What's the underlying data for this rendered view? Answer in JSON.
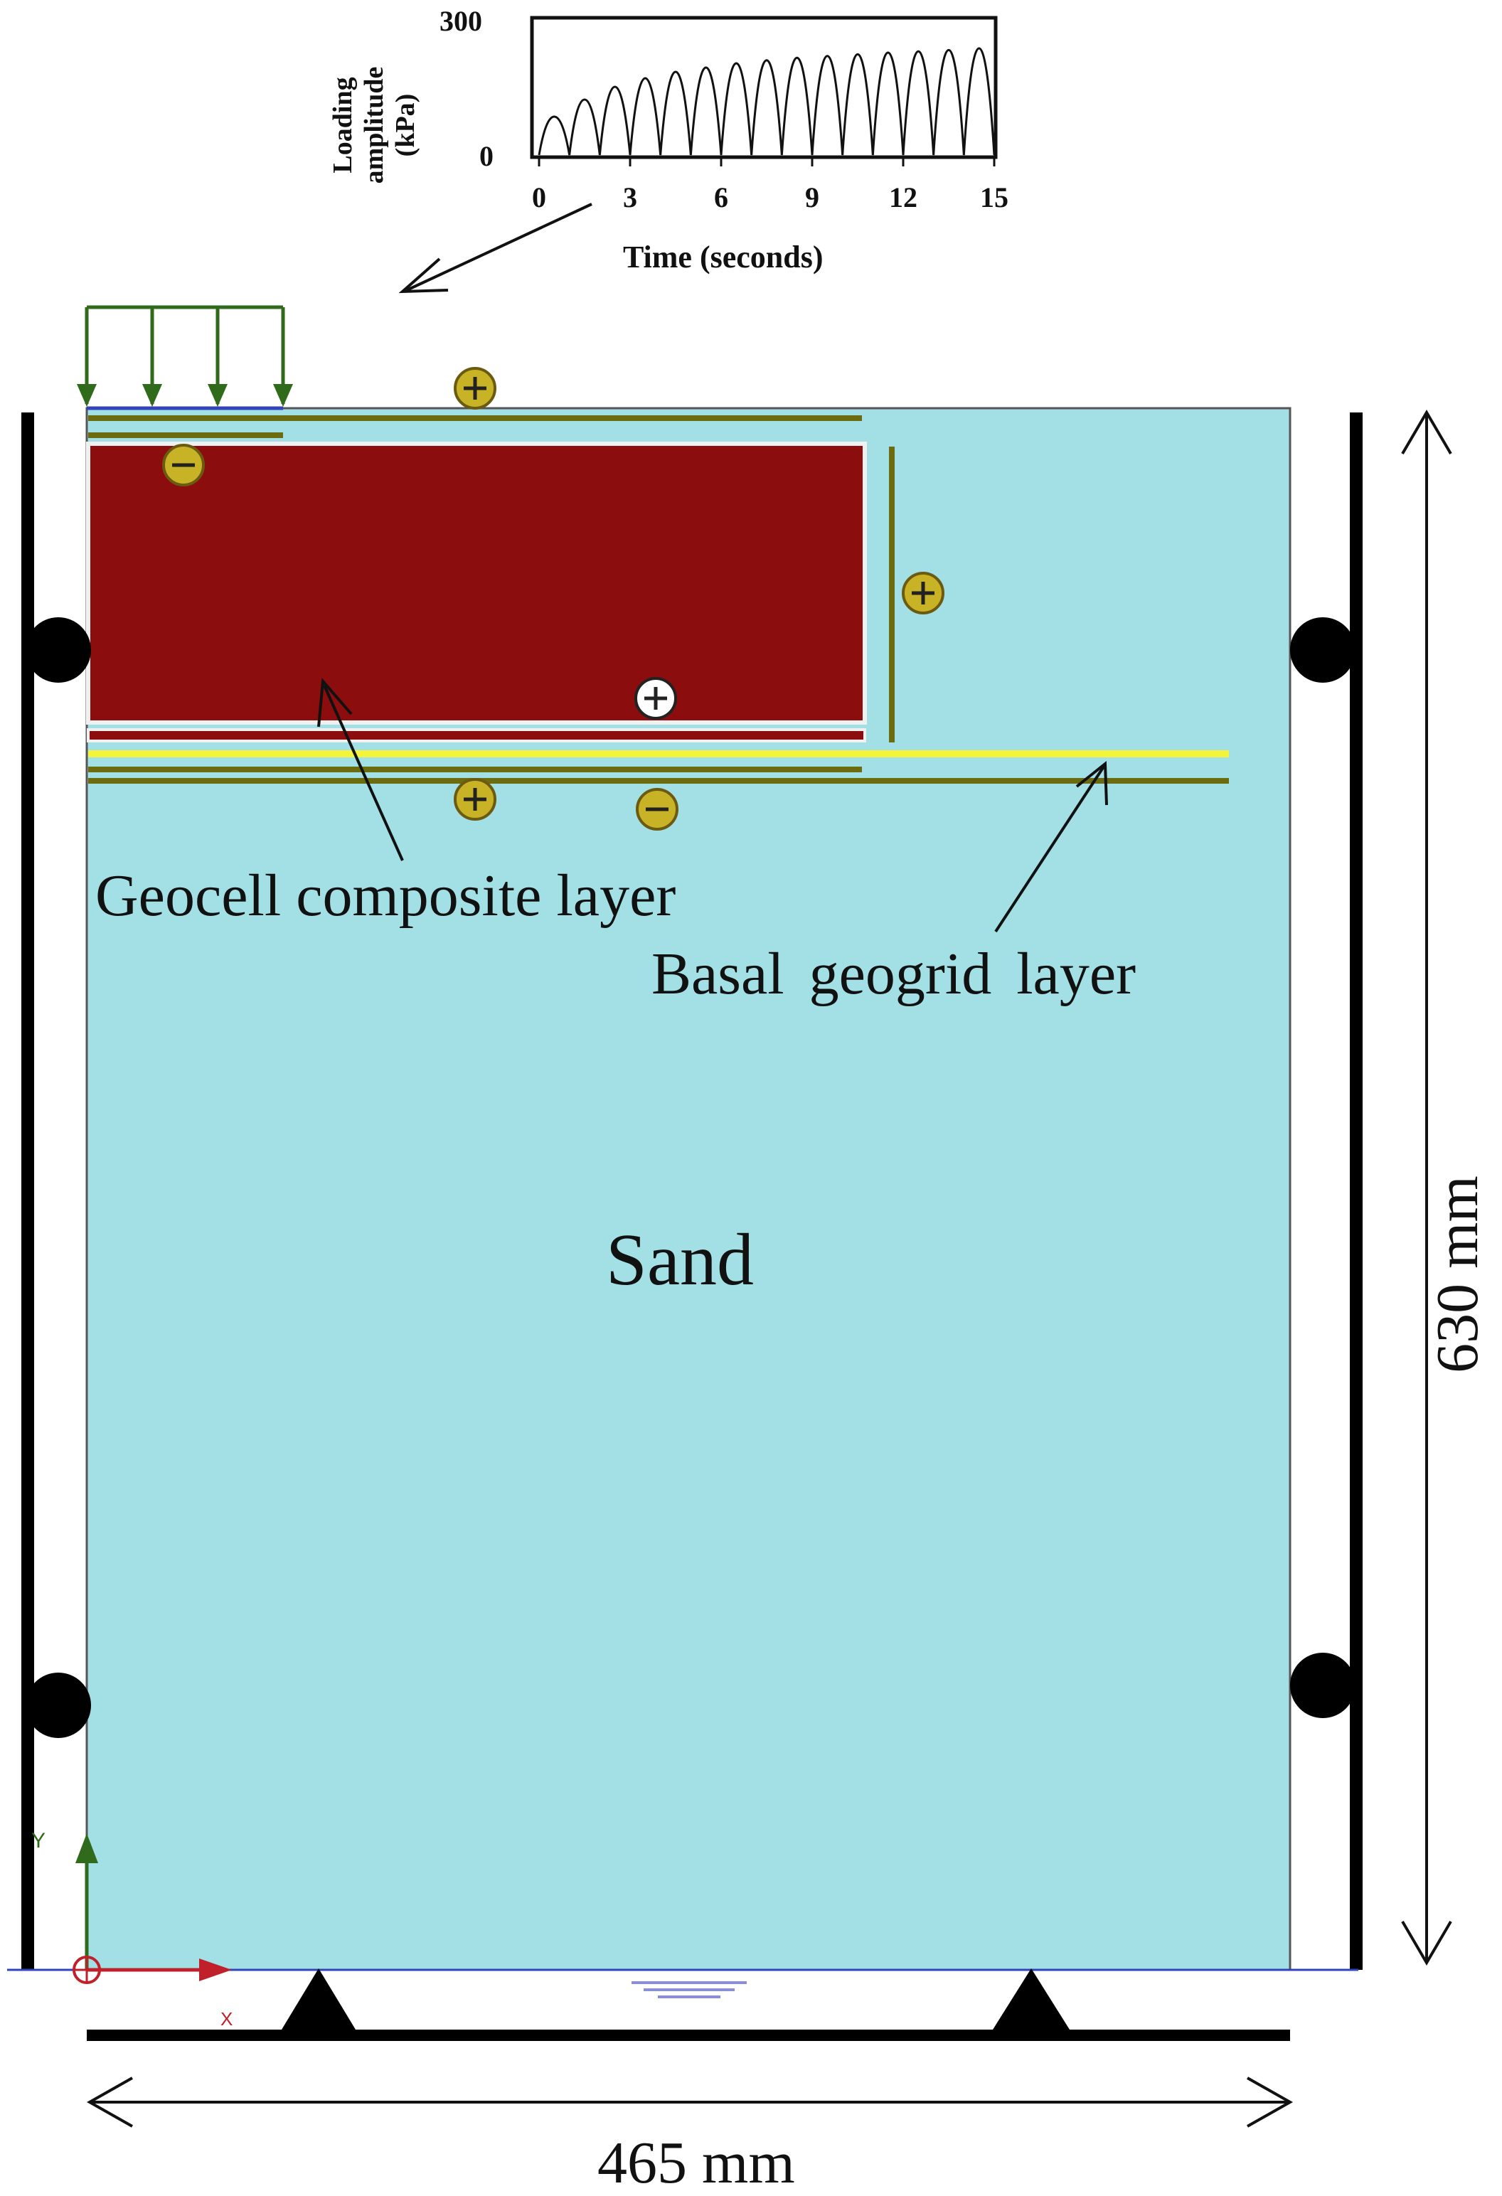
{
  "inset_chart": {
    "ylabel_line1": "Loading",
    "ylabel_line2": "amplitude",
    "ylabel_line3": "(kPa)",
    "xlabel": "Time (seconds)",
    "y_ticks": [
      "0",
      "300"
    ],
    "x_ticks": [
      "0",
      "3",
      "6",
      "9",
      "12",
      "15"
    ],
    "chart_data": {
      "type": "line",
      "title": "",
      "xlabel": "Time (seconds)",
      "ylabel": "Loading amplitude (kPa)",
      "xlim": [
        0,
        15
      ],
      "ylim": [
        0,
        300
      ],
      "x_ticks": [
        0,
        3,
        6,
        9,
        12,
        15
      ],
      "y_ticks": [
        0,
        300
      ],
      "series": [
        {
          "peak_times": [
            0.5,
            1.5,
            2.5,
            3.5,
            4.5,
            5.5,
            6.5,
            7.5,
            8.5,
            9.5,
            10.5,
            11.5,
            12.5,
            13.5,
            14.5
          ],
          "peak_amplitudes": [
            90,
            130,
            160,
            180,
            195,
            205,
            215,
            222,
            228,
            232,
            236,
            240,
            243,
            246,
            250
          ]
        }
      ]
    }
  },
  "labels": {
    "geocell": "Geocell composite layer",
    "geogrid": "Basal geogrid layer",
    "sand": "Sand",
    "height_dim": "630 mm",
    "width_dim": "465 mm",
    "axis_y": "Y",
    "axis_x": "X"
  },
  "colors": {
    "sand": "#a3e0e6",
    "geocell": "#8b0d0d",
    "geogrid": "#f4f53a",
    "interface": "#6b6b10",
    "load_arrows": "#2f6b1a",
    "marker_fill": "#c8b327",
    "walls": "#000000"
  },
  "markers": [
    {
      "id": "interface-plus-top",
      "sign": "+"
    },
    {
      "id": "interface-minus-left",
      "sign": "-"
    },
    {
      "id": "interface-plus-right",
      "sign": "+"
    },
    {
      "id": "interface-plus-center",
      "sign": "+"
    },
    {
      "id": "interface-plus-bottom",
      "sign": "+"
    },
    {
      "id": "interface-minus-bottom",
      "sign": "-"
    }
  ]
}
